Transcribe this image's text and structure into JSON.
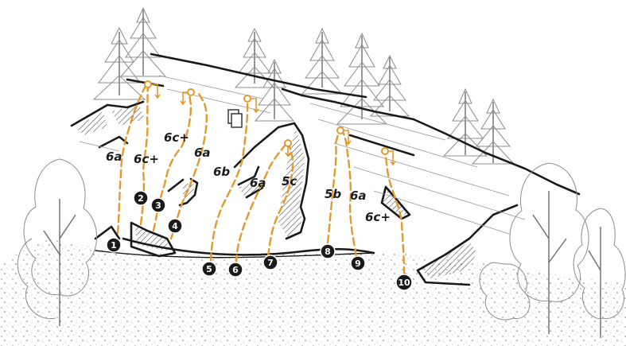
{
  "routes": [
    {
      "number": "1",
      "grade": "6a"
    },
    {
      "number": "2",
      "grade": "6c+"
    },
    {
      "number": "3",
      "grade": "6c+"
    },
    {
      "number": "4",
      "grade": "6a"
    },
    {
      "number": "5",
      "grade": "6b"
    },
    {
      "number": "6",
      "grade": "6a"
    },
    {
      "number": "7",
      "grade": "5c"
    },
    {
      "number": "8",
      "grade": "5b"
    },
    {
      "number": "9",
      "grade": "6a"
    },
    {
      "number": "10",
      "grade": "6c+"
    }
  ],
  "colors": {
    "route_line": "#e39a2d",
    "marker_fill": "#1a1a1a",
    "rock_outline": "#1a1a1a",
    "vegetation": "#8c8c8c"
  },
  "icons": [
    "book-pages-icon",
    "lower-off-arrow-icon",
    "route-number-marker"
  ]
}
